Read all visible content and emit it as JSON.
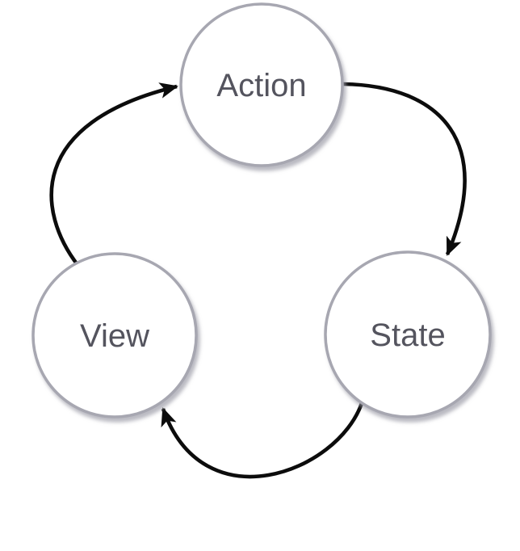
{
  "diagram": {
    "nodes": [
      {
        "id": "action",
        "label": "Action"
      },
      {
        "id": "view",
        "label": "View"
      },
      {
        "id": "state",
        "label": "State"
      }
    ],
    "edges": [
      {
        "from": "view",
        "to": "action"
      },
      {
        "from": "action",
        "to": "state"
      },
      {
        "from": "state",
        "to": "view"
      }
    ],
    "colors": {
      "background": "#ffffff",
      "node_fill": "#ffffff",
      "node_border": "#a7a7b1",
      "node_shadow": "#9d9da8",
      "label_text": "#54545e",
      "arrow": "#0c0c0c"
    }
  }
}
